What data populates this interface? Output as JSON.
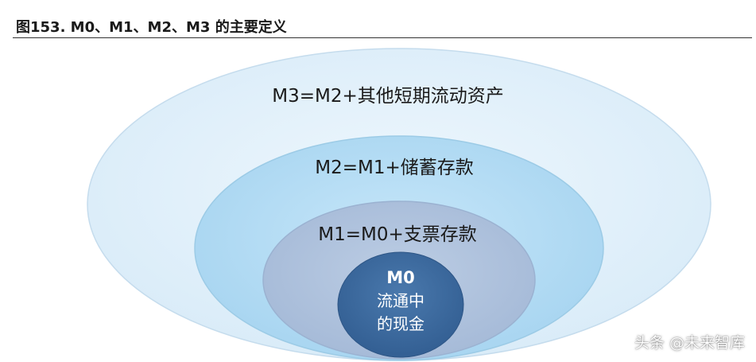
{
  "header": {
    "title": "图153. M0、M1、M2、M3 的主要定义"
  },
  "diagram": {
    "layers": [
      {
        "label": "M3=M2+其他短期流动资产",
        "fill": "#e4f1fa",
        "stroke": "#c5dced"
      },
      {
        "label": "M2=M1+储蓄存款",
        "fill": "#b3dcf4",
        "stroke": "#9ccbe6"
      },
      {
        "label": "M1=M0+支票存款",
        "fill": "#aec2dd",
        "stroke": "#9bb2d1"
      }
    ],
    "core": {
      "title": "M0",
      "line1": "流通中",
      "line2": "的现金",
      "fill": "#3c6a9f"
    }
  },
  "watermark": {
    "text": "头条 @未来智库"
  }
}
